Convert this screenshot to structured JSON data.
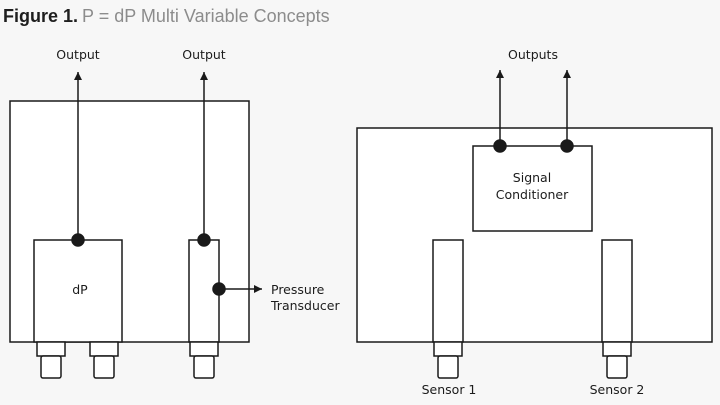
{
  "figure": {
    "label": "Figure 1.",
    "title": "P = dP Multi Variable Concepts"
  },
  "left_panel": {
    "output_1": "Output",
    "output_2": "Output",
    "dp_label": "dP",
    "pressure_line1": "Pressure",
    "pressure_line2": "Transducer"
  },
  "right_panel": {
    "outputs": "Outputs",
    "conditioner_line1": "Signal",
    "conditioner_line2": "Conditioner",
    "sensor_1": "Sensor 1",
    "sensor_2": "Sensor 2"
  },
  "colors": {
    "line": "#1a1a1a",
    "box_fill": "#ffffff",
    "title_bold": "#1e1e1e",
    "title_gray": "#8c8c8c"
  }
}
